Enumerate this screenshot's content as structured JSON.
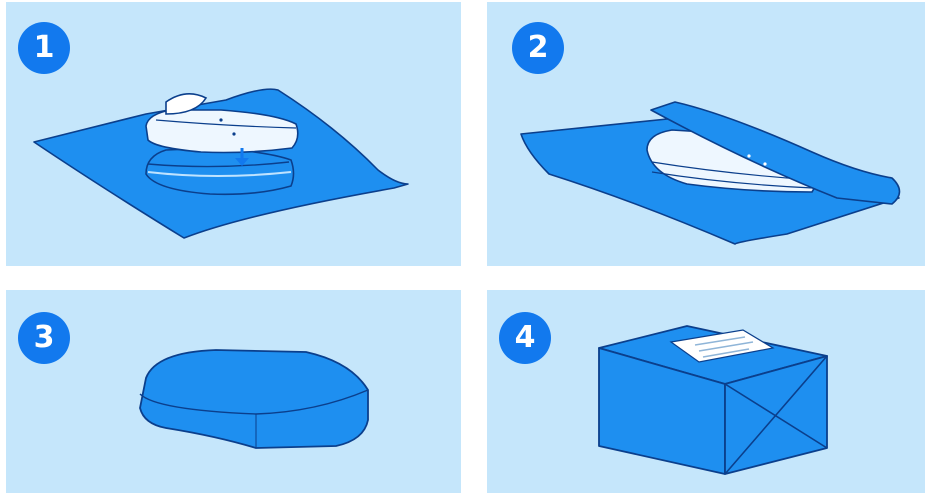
{
  "steps": [
    {
      "number": "1"
    },
    {
      "number": "2"
    },
    {
      "number": "3"
    },
    {
      "number": "4"
    }
  ],
  "colors": {
    "panel_background": "#c5e6fb",
    "badge": "#1279ee",
    "wrap_fill": "#1e8ff0",
    "outline": "#0b3f8c",
    "shirt": "#eef7ff"
  },
  "icons": [
    "shirt-on-sheet-icon",
    "wrapped-shirt-icon",
    "sealed-pouch-icon",
    "shipping-box-icon"
  ]
}
